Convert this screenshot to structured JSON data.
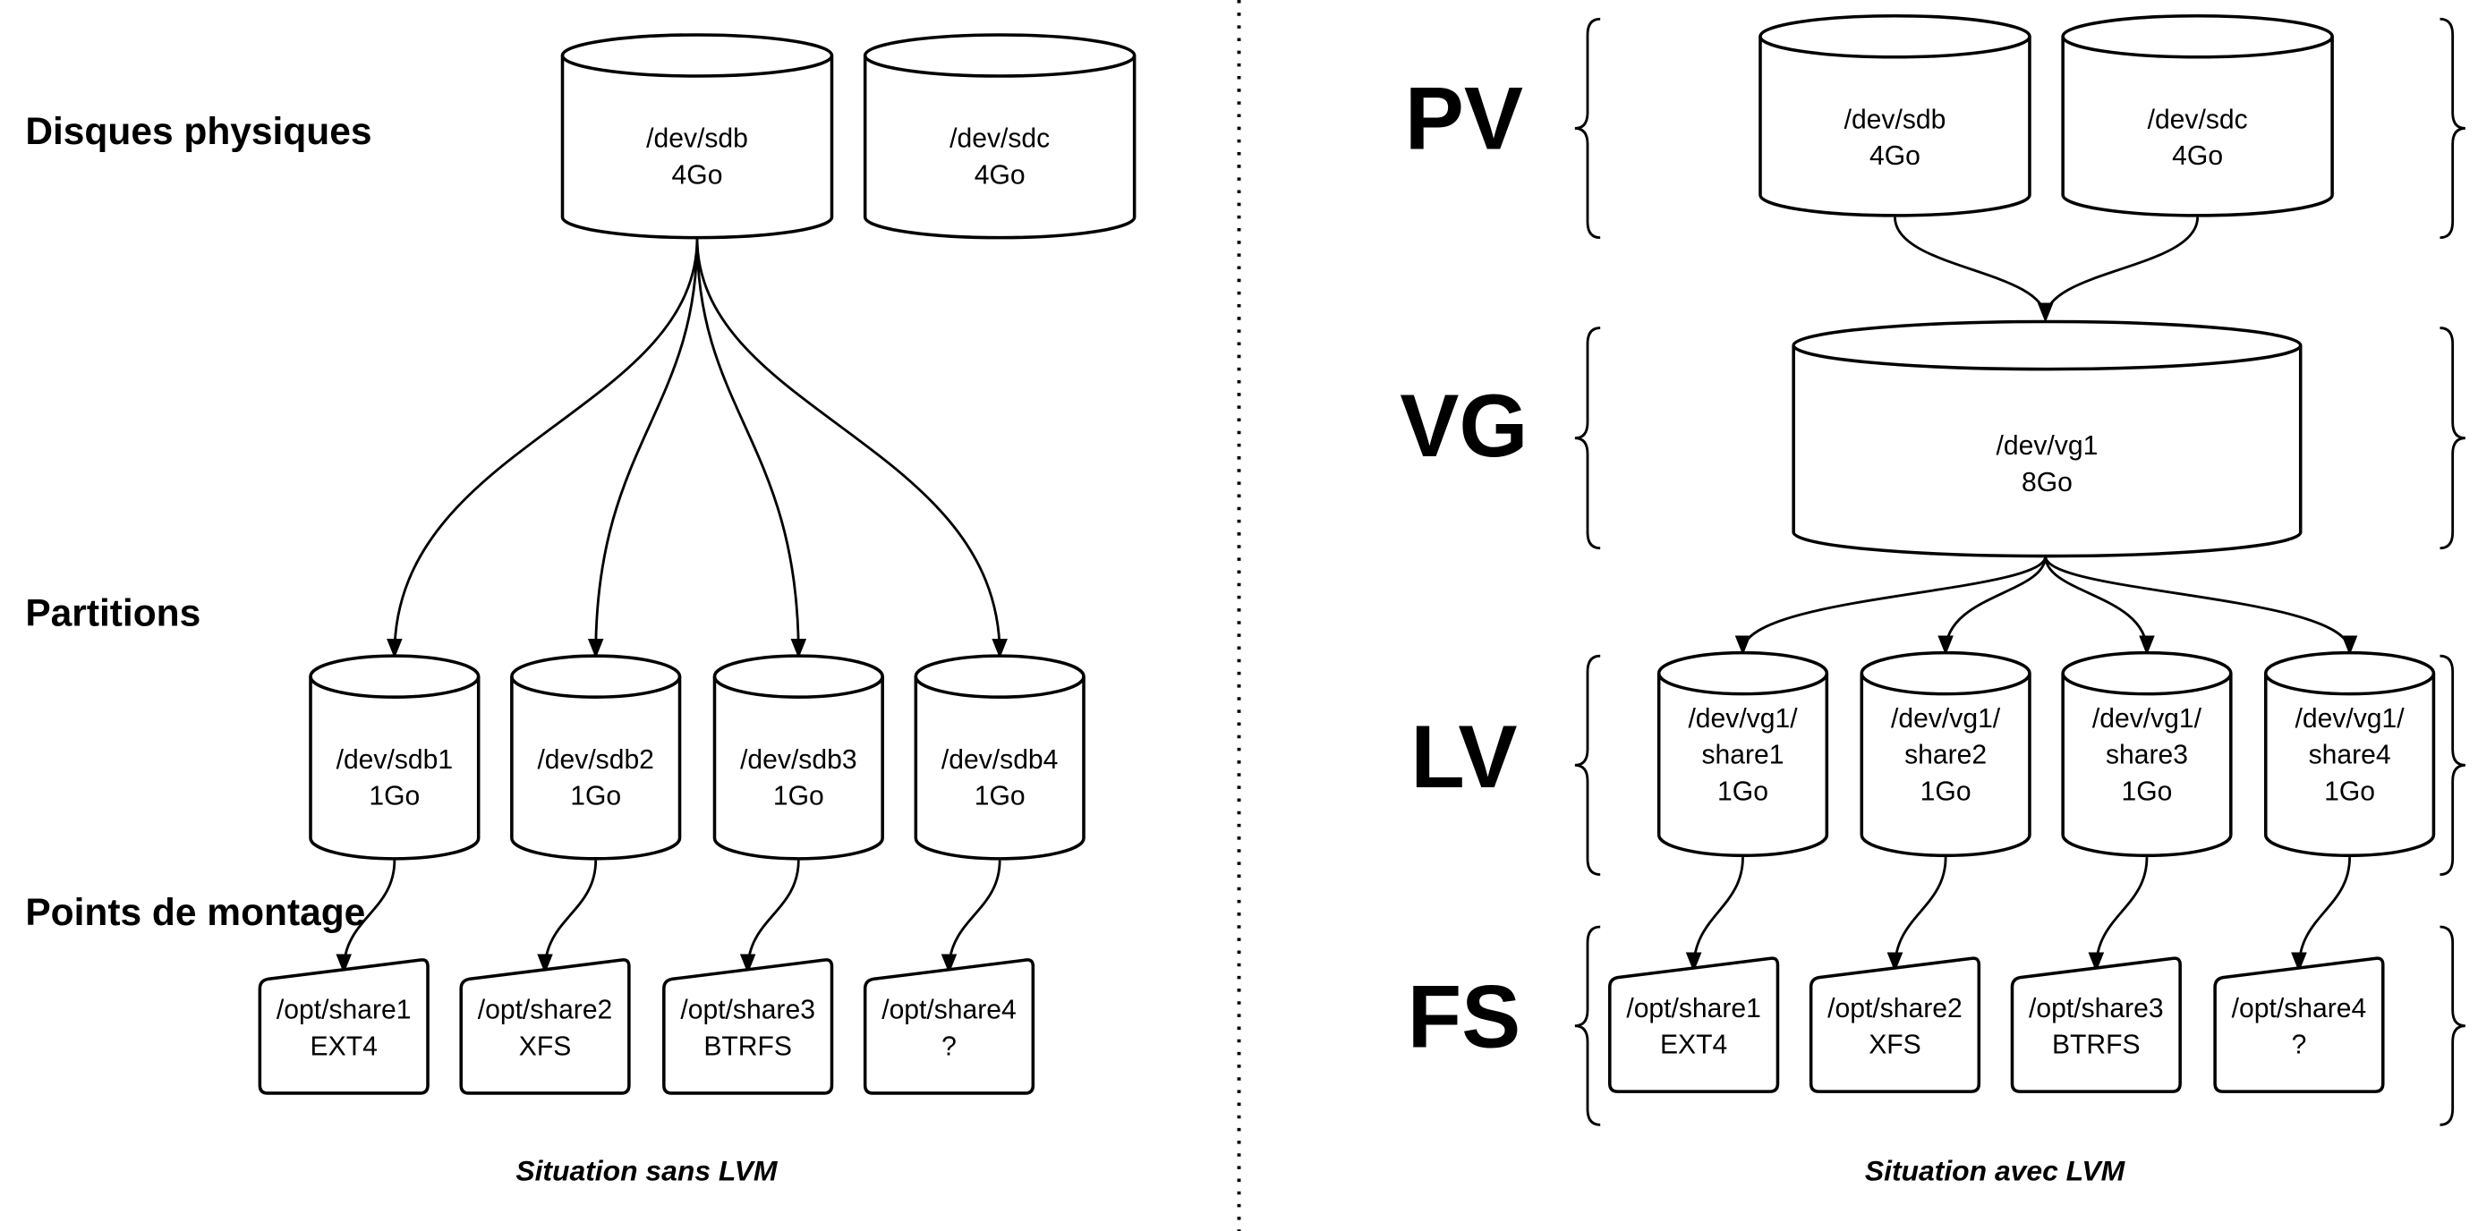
{
  "left": {
    "section_labels": {
      "physical_disks": "Disques physiques",
      "partitions": "Partitions",
      "mount_points": "Points de montage"
    },
    "disks": [
      {
        "name": "/dev/sdb",
        "size": "4Go"
      },
      {
        "name": "/dev/sdc",
        "size": "4Go"
      }
    ],
    "partitions": [
      {
        "name": "/dev/sdb1",
        "size": "1Go"
      },
      {
        "name": "/dev/sdb2",
        "size": "1Go"
      },
      {
        "name": "/dev/sdb3",
        "size": "1Go"
      },
      {
        "name": "/dev/sdb4",
        "size": "1Go"
      }
    ],
    "mounts": [
      {
        "path": "/opt/share1",
        "fs": "EXT4"
      },
      {
        "path": "/opt/share2",
        "fs": "XFS"
      },
      {
        "path": "/opt/share3",
        "fs": "BTRFS"
      },
      {
        "path": "/opt/share4",
        "fs": "?"
      }
    ],
    "caption": "Situation sans LVM"
  },
  "right": {
    "layer_labels": {
      "pv": "PV",
      "vg": "VG",
      "lv": "LV",
      "fs": "FS"
    },
    "pvs": [
      {
        "name": "/dev/sdb",
        "size": "4Go"
      },
      {
        "name": "/dev/sdc",
        "size": "4Go"
      }
    ],
    "vg": {
      "name": "/dev/vg1",
      "size": "8Go"
    },
    "lvs": [
      {
        "line1": "/dev/vg1/",
        "line2": "share1",
        "size": "1Go"
      },
      {
        "line1": "/dev/vg1/",
        "line2": "share2",
        "size": "1Go"
      },
      {
        "line1": "/dev/vg1/",
        "line2": "share3",
        "size": "1Go"
      },
      {
        "line1": "/dev/vg1/",
        "line2": "share4",
        "size": "1Go"
      }
    ],
    "filesystems": [
      {
        "path": "/opt/share1",
        "fs": "EXT4"
      },
      {
        "path": "/opt/share2",
        "fs": "XFS"
      },
      {
        "path": "/opt/share3",
        "fs": "BTRFS"
      },
      {
        "path": "/opt/share4",
        "fs": "?"
      }
    ],
    "caption": "Situation avec LVM"
  }
}
